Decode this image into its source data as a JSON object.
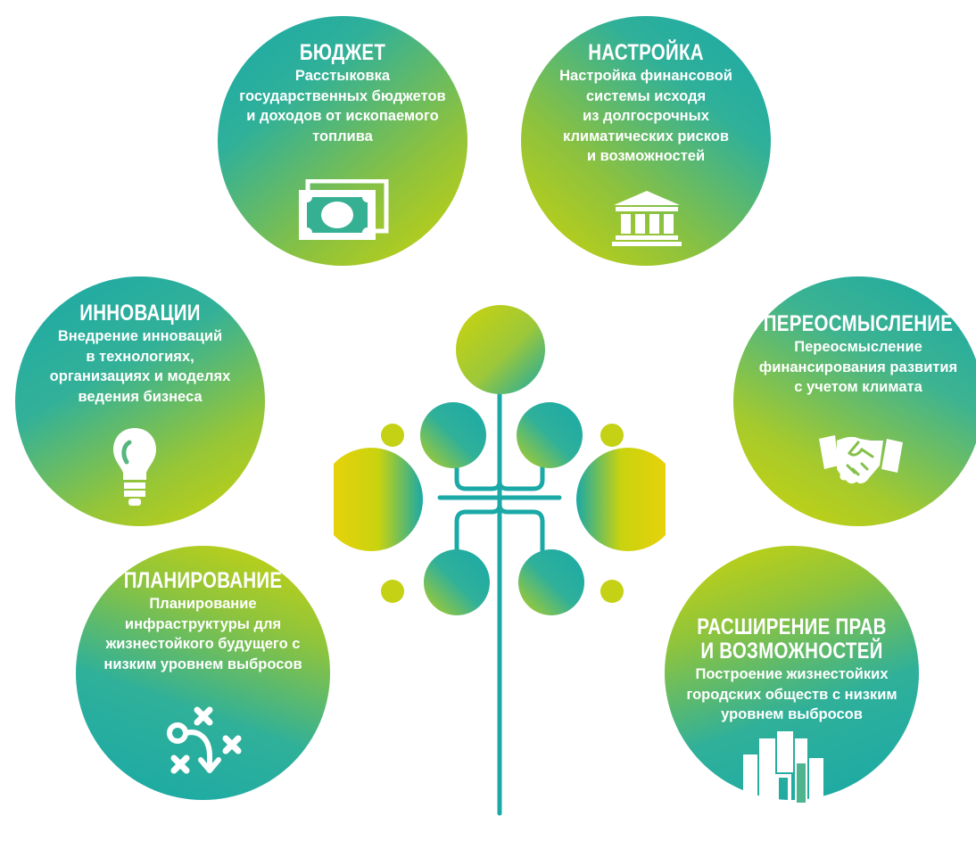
{
  "colors": {
    "teal": "#19a9a6",
    "lime": "#cdd40a",
    "white": "#ffffff"
  },
  "budget": {
    "title": "БЮДЖЕТ",
    "desc": "Расстыковка\nгосударственных бюджетов\nи доходов от ископаемого\nтоплива",
    "icon": "banknote-icon"
  },
  "setup": {
    "title": "НАСТРОЙКА",
    "desc": "Настройка финансовой\nсистемы исходя\nиз долгосрочных\nклиматических рисков\nи возможностей",
    "icon": "bank-building-icon"
  },
  "innovation": {
    "title": "ИННОВАЦИИ",
    "desc": "Внедрение инноваций\nв технологиях,\nорганизациях и моделях\nведения бизнеса",
    "icon": "lightbulb-icon"
  },
  "rethink": {
    "title": "ПЕРЕОСМЫСЛЕНИЕ",
    "desc": "Переосмысление\nфинансирования развития\nс учетом климата",
    "icon": "handshake-icon"
  },
  "planning": {
    "title": "ПЛАНИРОВАНИЕ",
    "desc": "Планирование\nинфраструктуры для\nжизнестойкого будущего с\nнизким уровнем выбросов",
    "icon": "strategy-play-icon"
  },
  "empowerment": {
    "title": "РАСШИРЕНИЕ ПРАВ\nИ ВОЗМОЖНОСТЕЙ",
    "desc": "Построение жизнестойких\nгородских обществ с низким\nуровнем выбросов",
    "icon": "city-buildings-icon"
  },
  "center": {
    "icon": "tree-icon"
  }
}
